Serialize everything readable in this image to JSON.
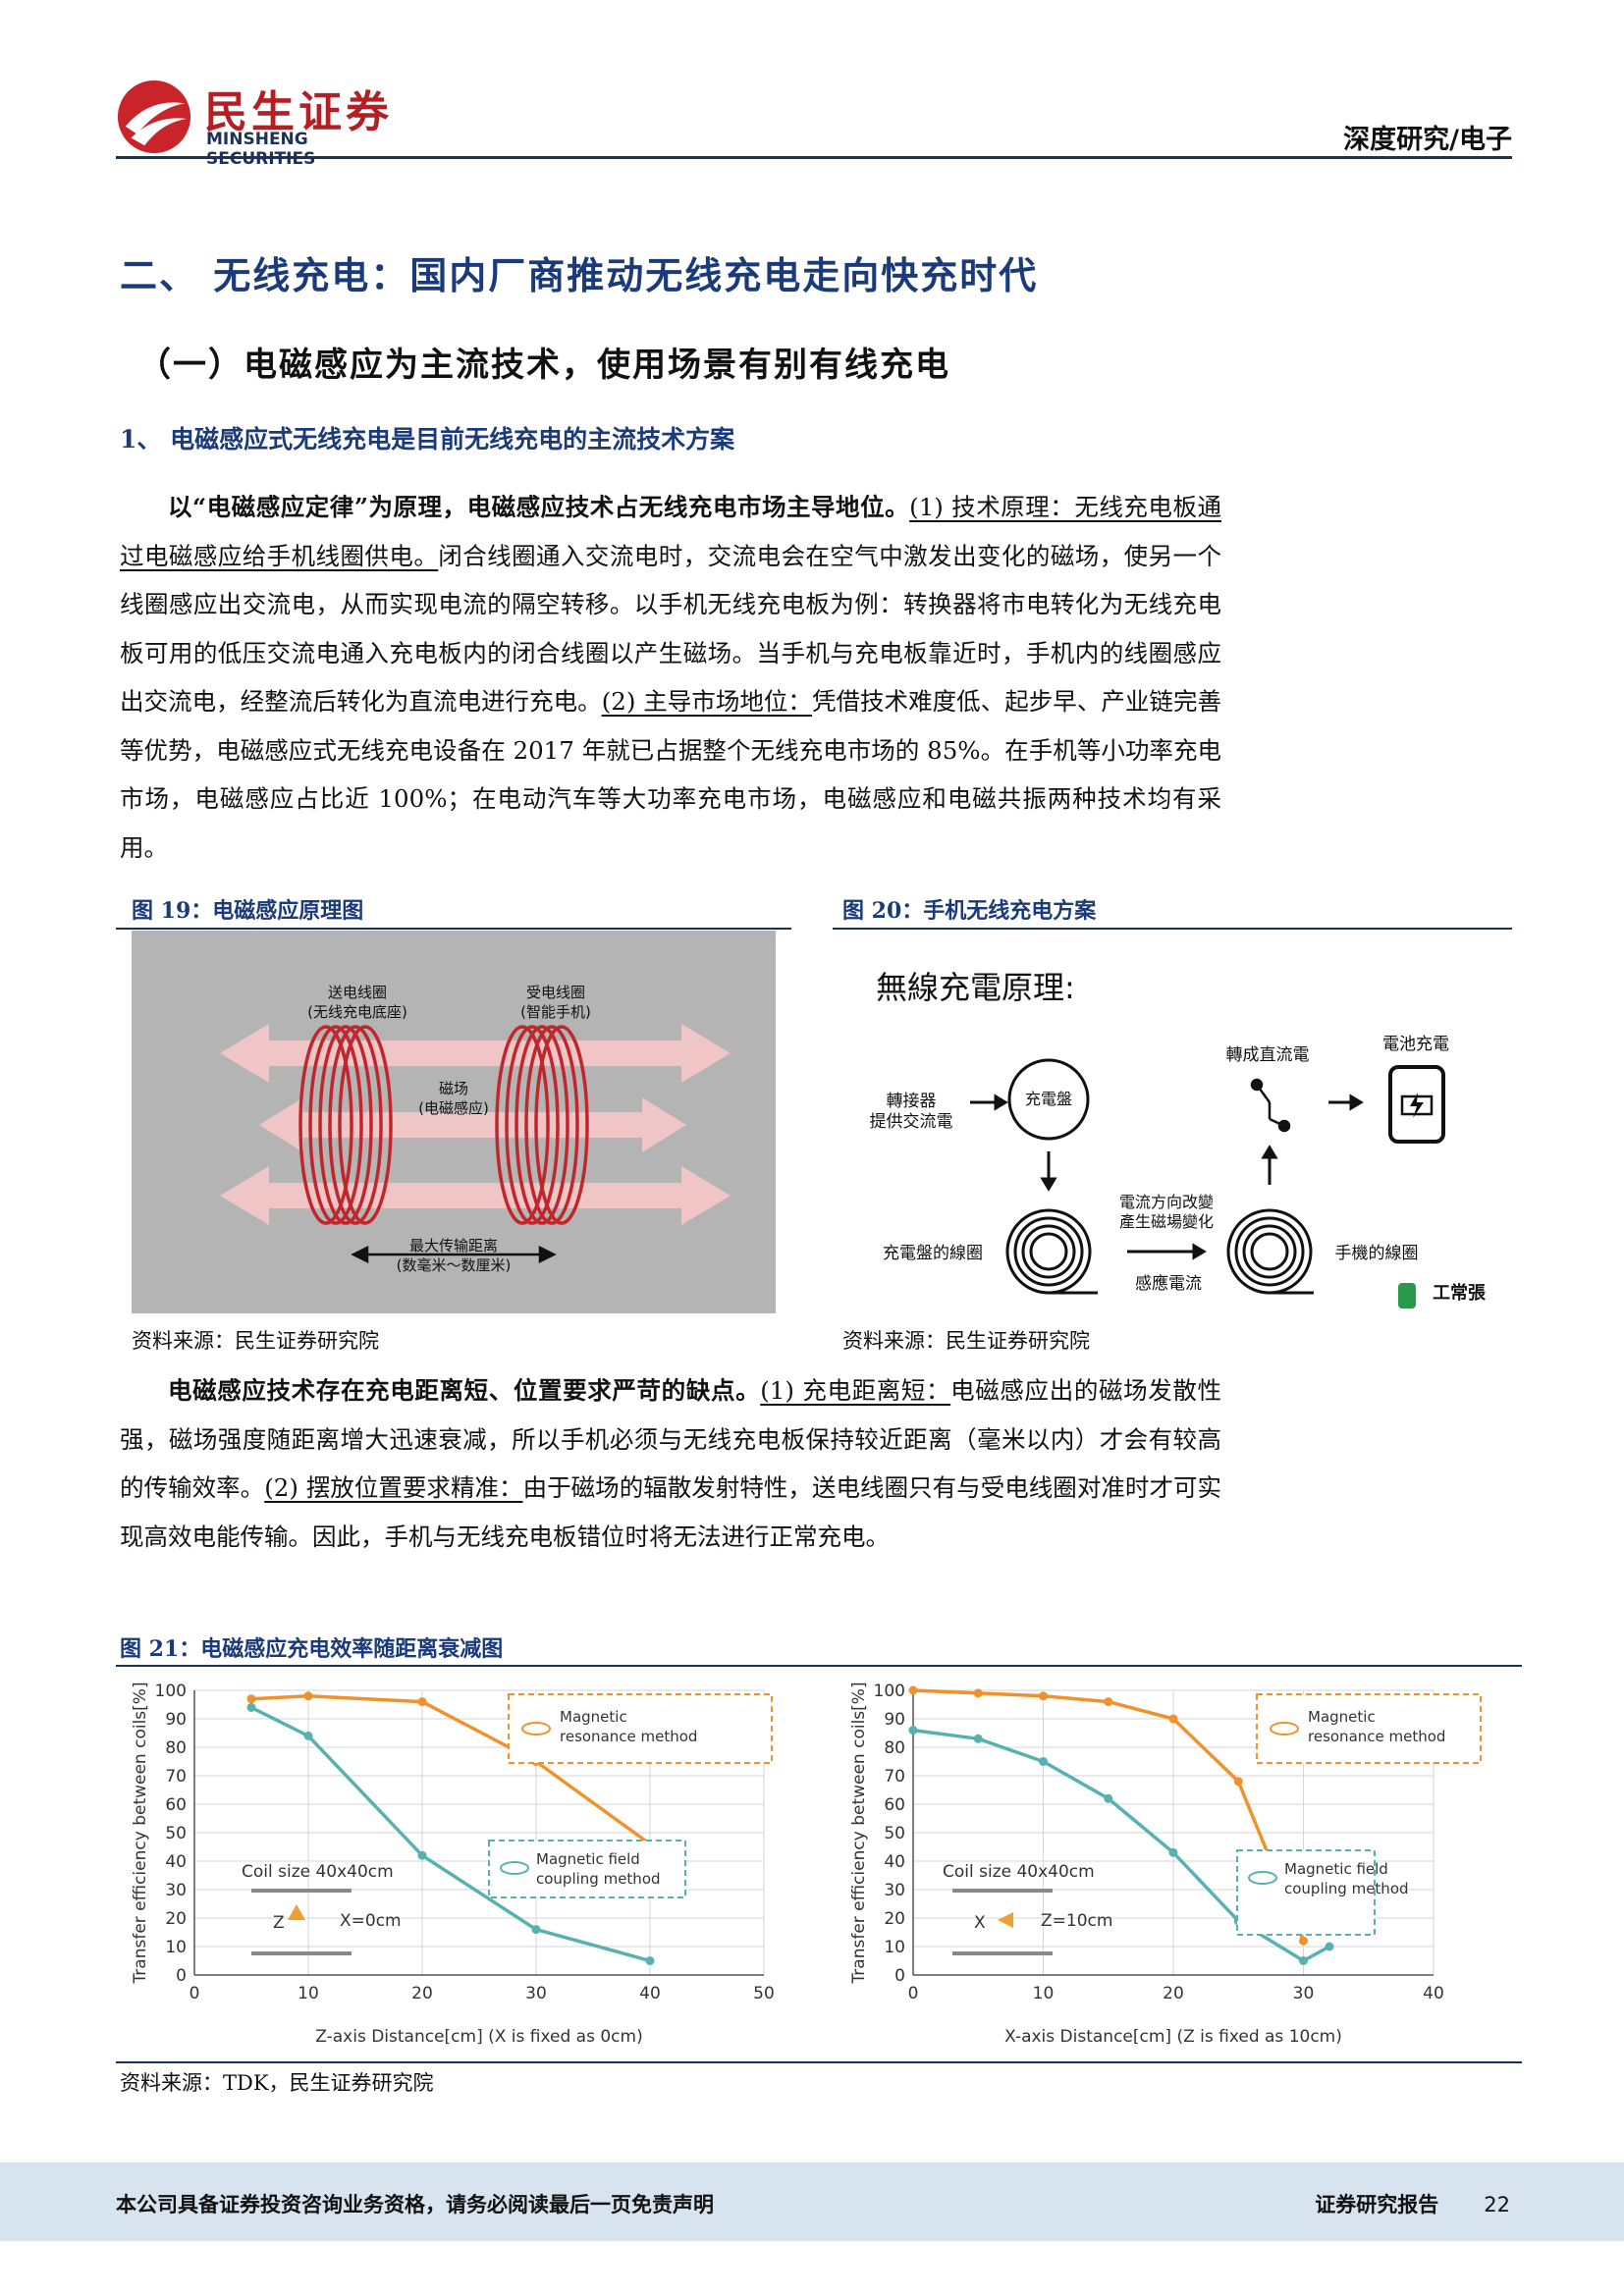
{
  "header": {
    "logo_cn": "民生证券",
    "logo_en": "MINSHENG SECURITIES",
    "report_type": "深度研究/电子"
  },
  "headings": {
    "h1": "二、 无线充电：国内厂商推动无线充电走向快充时代",
    "h2": "（一）电磁感应为主流技术，使用场景有别有线充电",
    "h3": "1、 电磁感应式无线充电是目前无线充电的主流技术方案"
  },
  "para1": {
    "bold_lead": "以“电磁感应定律”为原理，电磁感应技术占无线充电市场主导地位。",
    "u1": "(1) 技术原理：无线充电板通过电磁感应给手机线圈供电。",
    "t1": "闭合线圈通入交流电时，交流电会在空气中激发出变化的磁场，使另一个线圈感应出交流电，从而实现电流的隔空转移。以手机无线充电板为例：转换器将市电转化为无线充电板可用的低压交流电通入充电板内的闭合线圈以产生磁场。当手机与充电板靠近时，手机内的线圈感应出交流电，经整流后转化为直流电进行充电。",
    "u2": "(2) 主导市场地位：",
    "t2": "凭借技术难度低、起步早、产业链完善等优势，电磁感应式无线充电设备在 2017 年就已占据整个无线充电市场的 85%。在手机等小功率充电市场，电磁感应占比近 100%；在电动汽车等大功率充电市场，电磁感应和电磁共振两种技术均有采用。"
  },
  "fig19": {
    "caption": "图 19：电磁感应原理图",
    "label_tx": "送电线圈",
    "label_tx_sub": "(无线充电底座)",
    "label_rx": "受电线圈",
    "label_rx_sub": "(智能手机)",
    "label_field": "磁场",
    "label_field_sub": "(电磁感应)",
    "label_dist": "最大传输距离",
    "label_dist_sub": "(数毫米～数厘米)",
    "source": "资料来源：民生证券研究院"
  },
  "fig20": {
    "caption": "图 20：手机无线充电方案",
    "title": "無線充電原理:",
    "converter": "轉接器",
    "converter_sub": "提供交流電",
    "pad": "充電盤",
    "rectify": "轉成直流電",
    "battery": "電池充電",
    "current_change": "電流方向改變",
    "current_change_sub": "產生磁場變化",
    "pad_coil": "充電盤的線圈",
    "induced": "感應電流",
    "phone_coil": "手機的線圈",
    "brand": "工常張",
    "source": "资料来源：民生证券研究院"
  },
  "para2": {
    "bold_lead": "电磁感应技术存在充电距离短、位置要求严苛的缺点。",
    "u1": "(1) 充电距离短：",
    "t1": "电磁感应出的磁场发散性强，磁场强度随距离增大迅速衰减，所以手机必须与无线充电板保持较近距离（毫米以内）才会有较高的传输效率。",
    "u2": "(2) 摆放位置要求精准：",
    "t2": "由于磁场的辐散发射特性，送电线圈只有与受电线圈对准时才可实现高效电能传输。因此，手机与无线充电板错位时将无法进行正常充电。"
  },
  "fig21": {
    "caption": "图 21：电磁感应充电效率随距离衰减图",
    "source": "资料来源：TDK，民生证券研究院"
  },
  "chart_data": [
    {
      "type": "line",
      "xlabel": "Z-axis  Distance[cm]  (X is fixed as 0cm)",
      "ylabel": "Transfer efficiency between coils[%]",
      "xlim": [
        0,
        50
      ],
      "ylim": [
        0,
        100
      ],
      "xticks": [
        0,
        10,
        20,
        30,
        40,
        50
      ],
      "yticks": [
        0,
        10,
        20,
        30,
        40,
        50,
        60,
        70,
        80,
        90,
        100
      ],
      "series": [
        {
          "name": "Magnetic resonance method",
          "color": "#f0922b",
          "x": [
            5,
            10,
            20,
            30,
            40
          ],
          "y": [
            97,
            98,
            96,
            75,
            46
          ]
        },
        {
          "name": "Magnetic field coupling method",
          "color": "#56b1b0",
          "x": [
            5,
            10,
            20,
            30,
            40
          ],
          "y": [
            94,
            84,
            42,
            16,
            5
          ]
        }
      ],
      "coil_note": "Coil size 40x40cm",
      "axis_note": "X=0cm",
      "axis_letter": "Z"
    },
    {
      "type": "line",
      "xlabel": "X-axis  Distance[cm]  (Z is fixed as 10cm)",
      "ylabel": "Transfer efficiency between coils[%]",
      "xlim": [
        0,
        40
      ],
      "ylim": [
        0,
        100
      ],
      "xticks": [
        0,
        10,
        20,
        30,
        40
      ],
      "yticks": [
        0,
        10,
        20,
        30,
        40,
        50,
        60,
        70,
        80,
        90,
        100
      ],
      "series": [
        {
          "name": "Magnetic resonance method",
          "color": "#f0922b",
          "x": [
            0,
            5,
            10,
            15,
            20,
            25,
            30
          ],
          "y": [
            100,
            99,
            98,
            96,
            90,
            68,
            12
          ]
        },
        {
          "name": "Magnetic field coupling method",
          "color": "#56b1b0",
          "x": [
            0,
            5,
            10,
            15,
            20,
            25,
            30,
            32
          ],
          "y": [
            86,
            83,
            75,
            62,
            43,
            19,
            5,
            10
          ]
        }
      ],
      "coil_note": "Coil size 40x40cm",
      "axis_note": "Z=10cm",
      "axis_letter": "X"
    }
  ],
  "footer": {
    "disclaimer": "本公司具备证券投资咨询业务资格，请务必阅读最后一页免责声明",
    "report": "证券研究报告",
    "page": "22"
  }
}
